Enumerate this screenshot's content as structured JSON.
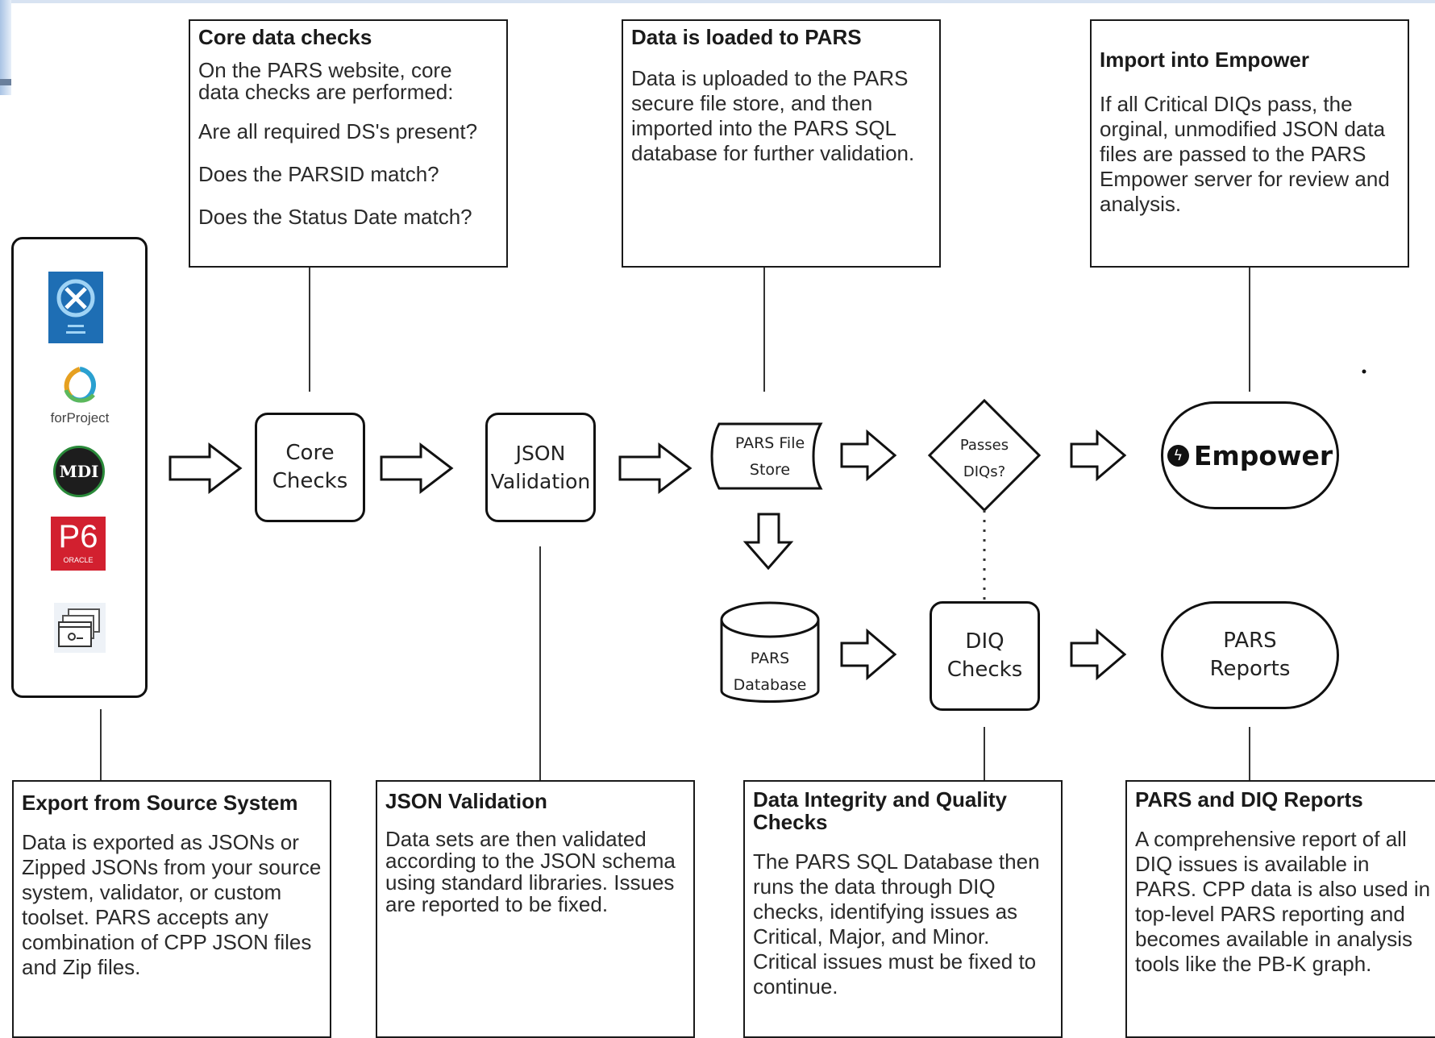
{
  "notes": {
    "core": {
      "title": "Core data checks",
      "lines": [
        "On the PARS website, core data checks are performed:",
        "Are all required DS's present?",
        "Does the PARSID match?",
        "Does the Status Date match?"
      ]
    },
    "loaded": {
      "title": "Data is loaded to PARS",
      "body": "Data is uploaded to the PARS secure file store, and then imported into the PARS SQL database for further validation."
    },
    "import": {
      "title": "Import into Empower",
      "body": "If all Critical DIQs pass, the orginal, unmodified JSON data files are passed to the PARS Empower server for review and analysis."
    },
    "export": {
      "title": "Export from Source System",
      "body": "Data is exported as JSONs or Zipped JSONs from your source system, validator, or custom toolset. PARS accepts any combination of CPP JSON files and Zip files."
    },
    "jsonval": {
      "title": "JSON Validation",
      "body": "Data sets are then validated according to the JSON schema using standard libraries. Issues are reported to be fixed."
    },
    "diq": {
      "title": "Data Integrity and Quality Checks",
      "body": "The PARS SQL Database then runs the data through DIQ checks, identifying issues as Critical, Major, and Minor. Critical issues must be fixed to continue."
    },
    "reports": {
      "title": "PARS and DIQ Reports",
      "body": "A comprehensive report of all DIQ issues is available in PARS. CPP data is also used in top-level PARS reporting and becomes available in analysis tools like the PB-K graph."
    }
  },
  "nodes": {
    "core_checks": [
      "Core",
      "Checks"
    ],
    "json_validation": [
      "JSON",
      "Validation"
    ],
    "file_store": [
      "PARS File",
      "Store"
    ],
    "passes_diqs": [
      "Passes",
      "DIQs?"
    ],
    "empower": "Empower",
    "database": [
      "PARS",
      "Database"
    ],
    "diq_checks": [
      "DIQ",
      "Checks"
    ],
    "pars_reports": [
      "PARS",
      "Reports"
    ]
  },
  "logos": {
    "forproject": "forProject",
    "mdi": "MDI",
    "p6": "P6",
    "oracle": "ORACLE"
  },
  "icons": [
    "source-app-logo-icon",
    "forproject-logo-icon",
    "mdi-logo-icon",
    "p6-oracle-logo-icon",
    "validator-window-icon"
  ],
  "colors": {
    "p6_red": "#d2202f",
    "app_blue": "#1e6eb4"
  }
}
